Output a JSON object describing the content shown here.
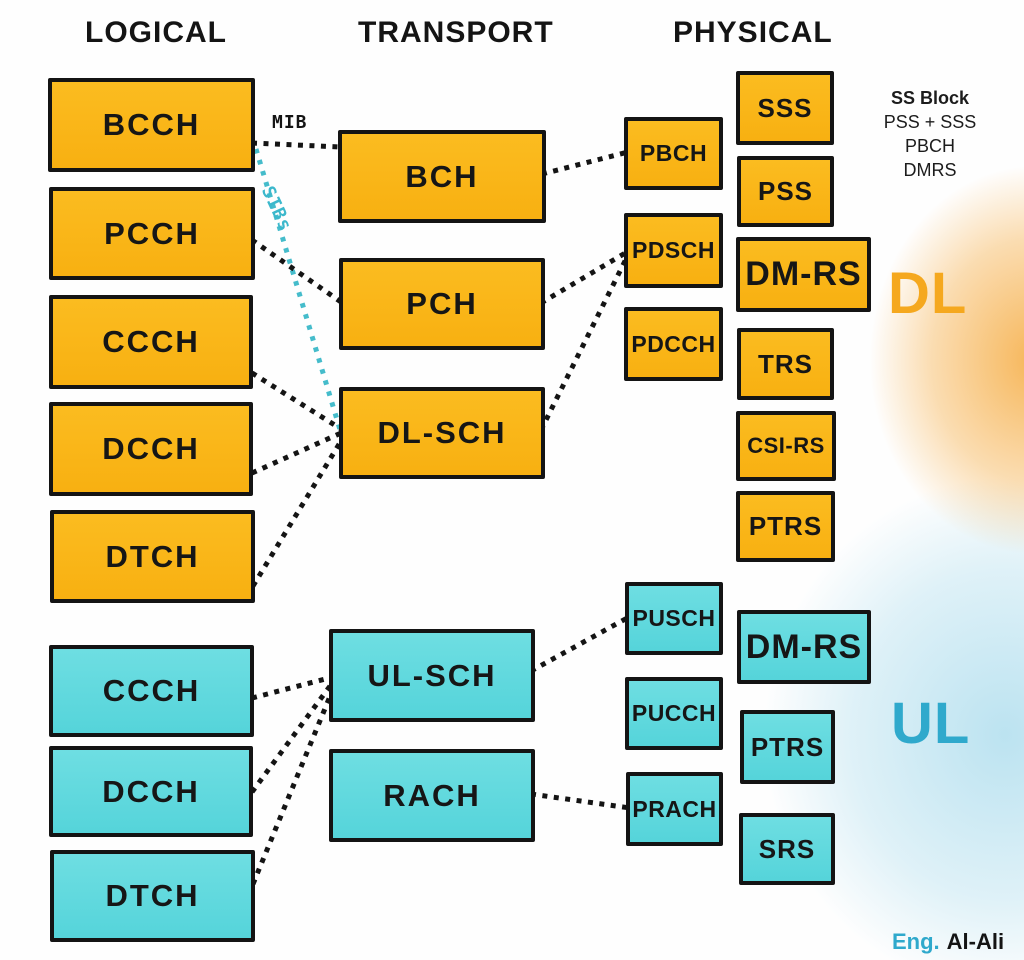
{
  "headers": {
    "logical": "LOGICAL",
    "transport": "TRANSPORT",
    "physical": "PHYSICAL"
  },
  "logical": {
    "dl": [
      "BCCH",
      "PCCH",
      "CCCH",
      "DCCH",
      "DTCH"
    ],
    "ul": [
      "CCCH",
      "DCCH",
      "DTCH"
    ]
  },
  "transport": {
    "dl": [
      "BCH",
      "PCH",
      "DL-SCH"
    ],
    "ul": [
      "UL-SCH",
      "RACH"
    ]
  },
  "physical": {
    "dl": [
      "PBCH",
      "PDSCH",
      "PDCCH"
    ],
    "ul": [
      "PUSCH",
      "PUCCH",
      "PRACH"
    ]
  },
  "reference_signals": {
    "dl": [
      "SSS",
      "PSS",
      "DM-RS",
      "TRS",
      "CSI-RS",
      "PTRS"
    ],
    "ul": [
      "DM-RS",
      "PTRS",
      "SRS"
    ]
  },
  "annotations": {
    "mib": "MIB",
    "sibs": "SIBs",
    "ss_block": {
      "title": "SS Block",
      "lines": [
        "PSS + SSS",
        "PBCH",
        "DMRS"
      ]
    },
    "downlink_label": "DL",
    "uplink_label": "UL",
    "credit": {
      "prefix": "Eng.",
      "name": "Al-Ali"
    }
  },
  "colors": {
    "downlink_fill": "#F9B515",
    "uplink_fill": "#5BD9DD",
    "outline": "#141414",
    "connector": "#141414",
    "sibs_connector": "#45BCCB",
    "dl_text": "#F5A81E",
    "ul_text": "#2FA9CC"
  },
  "connections": [
    {
      "from": "BCCH",
      "to": "BCH",
      "label": "MIB"
    },
    {
      "from": "BCCH",
      "to": "DL-SCH",
      "label": "SIBs"
    },
    {
      "from": "PCCH",
      "to": "PCH"
    },
    {
      "from": "CCCH (DL)",
      "to": "DL-SCH"
    },
    {
      "from": "DCCH (DL)",
      "to": "DL-SCH"
    },
    {
      "from": "DTCH (DL)",
      "to": "DL-SCH"
    },
    {
      "from": "BCH",
      "to": "PBCH"
    },
    {
      "from": "PCH",
      "to": "PDSCH"
    },
    {
      "from": "DL-SCH",
      "to": "PDSCH"
    },
    {
      "from": "CCCH (UL)",
      "to": "UL-SCH"
    },
    {
      "from": "DCCH (UL)",
      "to": "UL-SCH"
    },
    {
      "from": "DTCH (UL)",
      "to": "UL-SCH"
    },
    {
      "from": "UL-SCH",
      "to": "PUSCH"
    },
    {
      "from": "RACH",
      "to": "PRACH"
    }
  ]
}
